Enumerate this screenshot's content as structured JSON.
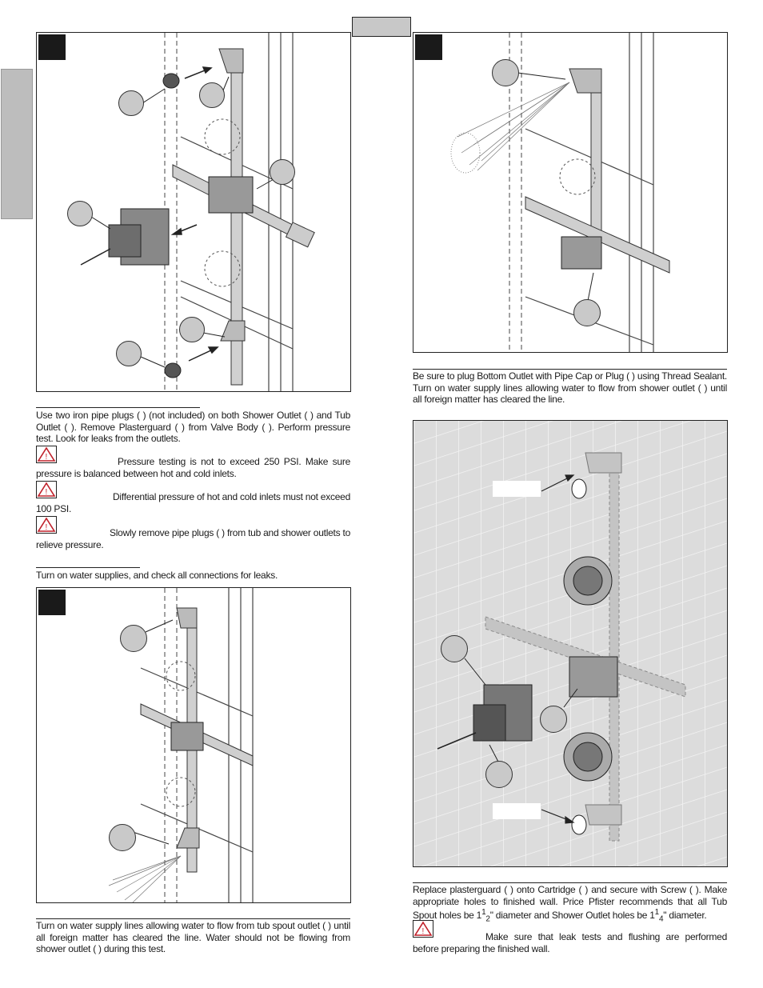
{
  "page": {
    "section_tab": "",
    "top_tab": ""
  },
  "step1": {
    "number": "",
    "text": "Use two iron pipe plugs (      ) (not included) on both Shower Outlet (     ) and Tub Outlet (     ).  Remove Plasterguard (     ) from Valve Body (     ).  Perform pressure test.  Look for leaks from the outlets.",
    "warning1": "Pressure testing is not to exceed 250 PSI.  Make sure pressure is balanced between hot and cold inlets.",
    "warning2": "Differential pressure of hot and cold inlets must not exceed 100 PSI.",
    "warning3": "Slowly remove pipe plugs (     ) from tub and shower outlets to relieve pressure."
  },
  "step2": {
    "number": "",
    "intro": "Turn on water supplies, and check all connections for leaks.",
    "text": "Turn on water supply lines allowing water to flow from tub spout outlet (     ) until all foreign matter has cleared the line.  Water should not be flowing from shower outlet (     ) during this test."
  },
  "step3": {
    "number": "",
    "text": "Be sure to plug Bottom Outlet with Pipe Cap or Plug (      ) using Thread Sealant. Turn on water supply lines allowing water to flow from shower outlet (      ) until all foreign matter has cleared the line."
  },
  "step4": {
    "number": "",
    "text": "Replace plasterguard (      ) onto Cartridge (      ) and secure with Screw (      ). Make appropriate holes to finished wall.  Price Pfister recommends that all Tub Spout holes be 1",
    "frac1_num": "1",
    "frac1_den": "2",
    "text_mid": "\" diameter and Shower Outlet holes be 1",
    "frac2_num": "1",
    "frac2_den": "4",
    "text_end": "\" diameter.",
    "warning": "Make sure that leak tests and flushing are performed before preparing the finished wall."
  },
  "colors": {
    "accent_dark": "#1a1a1a",
    "callout_gray": "#c9c9c9",
    "tab_gray": "#bdbdbd",
    "warning_red": "#c0202a"
  }
}
